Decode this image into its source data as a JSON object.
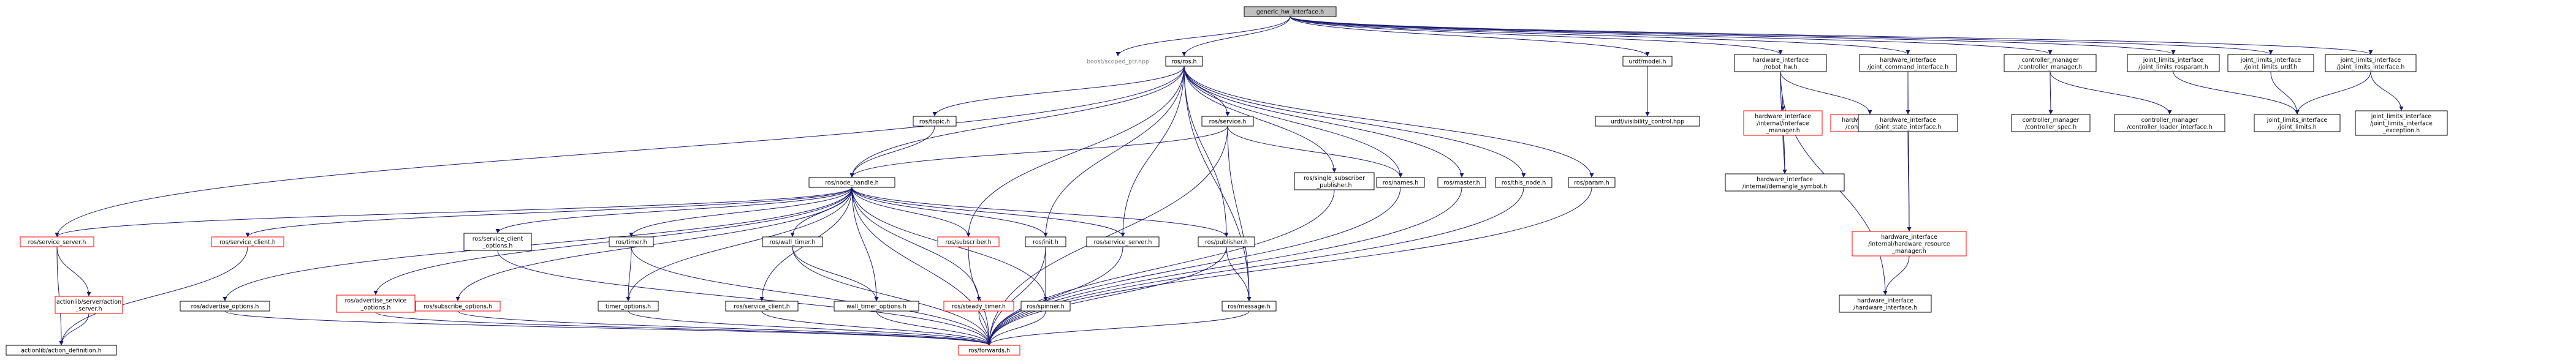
{
  "diagram": {
    "colors": {
      "edge": "#191970",
      "box": "#000000",
      "red": "#ff0000",
      "root_fill": "#bfbfbf",
      "gray_text": "#888888",
      "text": "#000000"
    },
    "nodes": [
      {
        "id": "root",
        "lines": [
          "generic_hw_interface.h"
        ],
        "style": "root"
      },
      {
        "id": "boost",
        "lines": [
          "boost/scoped_ptr.hpp"
        ],
        "style": "plain"
      },
      {
        "id": "rosros",
        "lines": [
          "ros/ros.h"
        ],
        "style": "black"
      },
      {
        "id": "urdfmodel",
        "lines": [
          "urdf/model.h"
        ],
        "style": "black"
      },
      {
        "id": "hirobot",
        "lines": [
          "hardware_interface",
          "/robot_hw.h"
        ],
        "style": "black"
      },
      {
        "id": "hijci",
        "lines": [
          "hardware_interface",
          "/joint_command_interface.h"
        ],
        "style": "black"
      },
      {
        "id": "cmcm",
        "lines": [
          "controller_manager",
          "/controller_manager.h"
        ],
        "style": "black"
      },
      {
        "id": "jlros",
        "lines": [
          "joint_limits_interface",
          "/joint_limits_rosparam.h"
        ],
        "style": "black"
      },
      {
        "id": "jlurdf",
        "lines": [
          "joint_limits_interface",
          "/joint_limits_urdf.h"
        ],
        "style": "black"
      },
      {
        "id": "jli",
        "lines": [
          "joint_limits_interface",
          "/joint_limits_interface.h"
        ],
        "style": "black"
      },
      {
        "id": "rostopic",
        "lines": [
          "ros/topic.h"
        ],
        "style": "black"
      },
      {
        "id": "rosservice",
        "lines": [
          "ros/service.h"
        ],
        "style": "black"
      },
      {
        "id": "urdfvis",
        "lines": [
          "urdf/visibility_control.hpp"
        ],
        "style": "black"
      },
      {
        "id": "hiinternal",
        "lines": [
          "hardware_interface",
          "/internal/interface",
          "_manager.h"
        ],
        "style": "red"
      },
      {
        "id": "hictrl",
        "lines": [
          "hardware_interface",
          "/controller_info.h"
        ],
        "style": "red"
      },
      {
        "id": "hijsi",
        "lines": [
          "hardware_interface",
          "/joint_state_interface.h"
        ],
        "style": "black"
      },
      {
        "id": "cmspec",
        "lines": [
          "controller_manager",
          "/controller_spec.h"
        ],
        "style": "black"
      },
      {
        "id": "cmloader",
        "lines": [
          "controller_manager",
          "/controller_loader_interface.h"
        ],
        "style": "black"
      },
      {
        "id": "jlimits",
        "lines": [
          "joint_limits_interface",
          "/joint_limits.h"
        ],
        "style": "black"
      },
      {
        "id": "jlexc",
        "lines": [
          "joint_limits_interface",
          "/joint_limits_interface",
          "_exception.h"
        ],
        "style": "black"
      },
      {
        "id": "rosnh",
        "lines": [
          "ros/node_handle.h"
        ],
        "style": "black"
      },
      {
        "id": "rossingle",
        "lines": [
          "ros/single_subscriber",
          "_publisher.h"
        ],
        "style": "black"
      },
      {
        "id": "rosnames",
        "lines": [
          "ros/names.h"
        ],
        "style": "black"
      },
      {
        "id": "rosmaster",
        "lines": [
          "ros/master.h"
        ],
        "style": "black"
      },
      {
        "id": "rosthis",
        "lines": [
          "ros/this_node.h"
        ],
        "style": "black"
      },
      {
        "id": "rosparam",
        "lines": [
          "ros/param.h"
        ],
        "style": "black"
      },
      {
        "id": "hidemangle",
        "lines": [
          "hardware_interface",
          "/internal/demangle_symbol.h"
        ],
        "style": "black"
      },
      {
        "id": "hirm",
        "lines": [
          "hardware_interface",
          "/internal/hardware_resource",
          "_manager.h"
        ],
        "style": "red"
      },
      {
        "id": "hihi",
        "lines": [
          "hardware_interface",
          "/hardware_interface.h"
        ],
        "style": "black"
      },
      {
        "id": "rosss1",
        "lines": [
          "ros/service_server.h"
        ],
        "style": "red"
      },
      {
        "id": "rossc1",
        "lines": [
          "ros/service_client.h"
        ],
        "style": "red"
      },
      {
        "id": "rosscopt",
        "lines": [
          "ros/service_client",
          "_options.h"
        ],
        "style": "black"
      },
      {
        "id": "rostimer",
        "lines": [
          "ros/timer.h"
        ],
        "style": "black"
      },
      {
        "id": "roswall",
        "lines": [
          "ros/wall_timer.h"
        ],
        "style": "black"
      },
      {
        "id": "rossub",
        "lines": [
          "ros/subscriber.h"
        ],
        "style": "red"
      },
      {
        "id": "rosinit",
        "lines": [
          "ros/init.h"
        ],
        "style": "black"
      },
      {
        "id": "rosss2",
        "lines": [
          "ros/service_server.h"
        ],
        "style": "black"
      },
      {
        "id": "rospub",
        "lines": [
          "ros/publisher.h"
        ],
        "style": "black"
      },
      {
        "id": "alserver",
        "lines": [
          "actionlib/server/action",
          "_server.h"
        ],
        "style": "red"
      },
      {
        "id": "rosadv",
        "lines": [
          "ros/advertise_options.h"
        ],
        "style": "black"
      },
      {
        "id": "rosadvs",
        "lines": [
          "ros/advertise_service",
          "_options.h"
        ],
        "style": "red"
      },
      {
        "id": "rossubopt",
        "lines": [
          "ros/subscribe_options.h"
        ],
        "style": "red"
      },
      {
        "id": "rostimeropt",
        "lines": [
          "timer_options.h"
        ],
        "style": "black"
      },
      {
        "id": "rossc2",
        "lines": [
          "ros/service_client.h"
        ],
        "style": "black"
      },
      {
        "id": "roswallopt",
        "lines": [
          "wall_timer_options.h"
        ],
        "style": "black"
      },
      {
        "id": "rossteady",
        "lines": [
          "ros/steady_timer.h"
        ],
        "style": "red"
      },
      {
        "id": "rosspinner",
        "lines": [
          "ros/spinner.h"
        ],
        "style": "black"
      },
      {
        "id": "rosmsg",
        "lines": [
          "ros/message.h"
        ],
        "style": "black"
      },
      {
        "id": "aldef",
        "lines": [
          "actionlib/action_definition.h"
        ],
        "style": "black"
      },
      {
        "id": "rosfwd",
        "lines": [
          "ros/forwards.h"
        ],
        "style": "red"
      }
    ],
    "edges": [
      [
        "root",
        "boost"
      ],
      [
        "root",
        "rosros"
      ],
      [
        "root",
        "urdfmodel"
      ],
      [
        "root",
        "hirobot"
      ],
      [
        "root",
        "hijci"
      ],
      [
        "root",
        "cmcm"
      ],
      [
        "root",
        "jlros"
      ],
      [
        "root",
        "jlurdf"
      ],
      [
        "root",
        "jli"
      ],
      [
        "rosros",
        "rostopic"
      ],
      [
        "rosros",
        "rosservice"
      ],
      [
        "rosros",
        "rosnh"
      ],
      [
        "rosros",
        "rossingle"
      ],
      [
        "rosros",
        "rosnames"
      ],
      [
        "rosros",
        "rosmaster"
      ],
      [
        "rosros",
        "rosthis"
      ],
      [
        "rosros",
        "rosparam"
      ],
      [
        "rosros",
        "rosss1"
      ],
      [
        "rosros",
        "rossub"
      ],
      [
        "rosros",
        "rosinit"
      ],
      [
        "rosros",
        "rosss2"
      ],
      [
        "rosros",
        "rospub"
      ],
      [
        "rosros",
        "rosmsg"
      ],
      [
        "urdfmodel",
        "urdfvis"
      ],
      [
        "hirobot",
        "hiinternal"
      ],
      [
        "hirobot",
        "hictrl"
      ],
      [
        "hirobot",
        "hidemangle"
      ],
      [
        "hirobot",
        "hihi"
      ],
      [
        "hiinternal",
        "hidemangle"
      ],
      [
        "hijci",
        "hijsi"
      ],
      [
        "hijci",
        "hirm"
      ],
      [
        "hijsi",
        "hirm"
      ],
      [
        "hirm",
        "hihi"
      ],
      [
        "cmcm",
        "cmspec"
      ],
      [
        "cmcm",
        "cmloader"
      ],
      [
        "jlros",
        "jlimits"
      ],
      [
        "jlurdf",
        "jlimits"
      ],
      [
        "jli",
        "jlimits"
      ],
      [
        "jli",
        "jlexc"
      ],
      [
        "rostopic",
        "rosnh"
      ],
      [
        "rosservice",
        "rosnh"
      ],
      [
        "rosservice",
        "rosnames"
      ],
      [
        "rosservice",
        "rosmsg"
      ],
      [
        "rosservice",
        "rosfwd"
      ],
      [
        "rossingle",
        "rosfwd"
      ],
      [
        "rosnames",
        "rosfwd"
      ],
      [
        "rosmaster",
        "rosfwd"
      ],
      [
        "rosthis",
        "rosfwd"
      ],
      [
        "rosparam",
        "rosfwd"
      ],
      [
        "rosnh",
        "rosss1"
      ],
      [
        "rosnh",
        "rossc1"
      ],
      [
        "rosnh",
        "rosscopt"
      ],
      [
        "rosnh",
        "rostimer"
      ],
      [
        "rosnh",
        "roswall"
      ],
      [
        "rosnh",
        "rossub"
      ],
      [
        "rosnh",
        "rosinit"
      ],
      [
        "rosnh",
        "rosss2"
      ],
      [
        "rosnh",
        "rospub"
      ],
      [
        "rosnh",
        "rosadv"
      ],
      [
        "rosnh",
        "rosadvs"
      ],
      [
        "rosnh",
        "rossubopt"
      ],
      [
        "rosnh",
        "rostimeropt"
      ],
      [
        "rosnh",
        "rossc2"
      ],
      [
        "rosnh",
        "roswallopt"
      ],
      [
        "rosnh",
        "rossteady"
      ],
      [
        "rosnh",
        "rosspinner"
      ],
      [
        "rosnh",
        "rosfwd"
      ],
      [
        "rosss1",
        "alserver"
      ],
      [
        "rosss1",
        "aldef"
      ],
      [
        "alserver",
        "aldef"
      ],
      [
        "rossc1",
        "aldef"
      ],
      [
        "rosscopt",
        "rosfwd"
      ],
      [
        "rostimer",
        "rostimeropt"
      ],
      [
        "rostimer",
        "rosfwd"
      ],
      [
        "roswall",
        "roswallopt"
      ],
      [
        "roswall",
        "rosfwd"
      ],
      [
        "rossub",
        "rosfwd"
      ],
      [
        "rosinit",
        "rosspinner"
      ],
      [
        "rosinit",
        "rosfwd"
      ],
      [
        "rosss2",
        "rosfwd"
      ],
      [
        "rospub",
        "rosmsg"
      ],
      [
        "rospub",
        "rosfwd"
      ],
      [
        "rosadv",
        "rosfwd"
      ],
      [
        "rosadvs",
        "rosfwd"
      ],
      [
        "rossubopt",
        "rosfwd"
      ],
      [
        "rostimeropt",
        "rosfwd"
      ],
      [
        "rossc2",
        "rosfwd"
      ],
      [
        "roswallopt",
        "rosfwd"
      ],
      [
        "rossteady",
        "rosfwd"
      ],
      [
        "rosspinner",
        "rosfwd"
      ],
      [
        "rosmsg",
        "rosfwd"
      ]
    ]
  }
}
